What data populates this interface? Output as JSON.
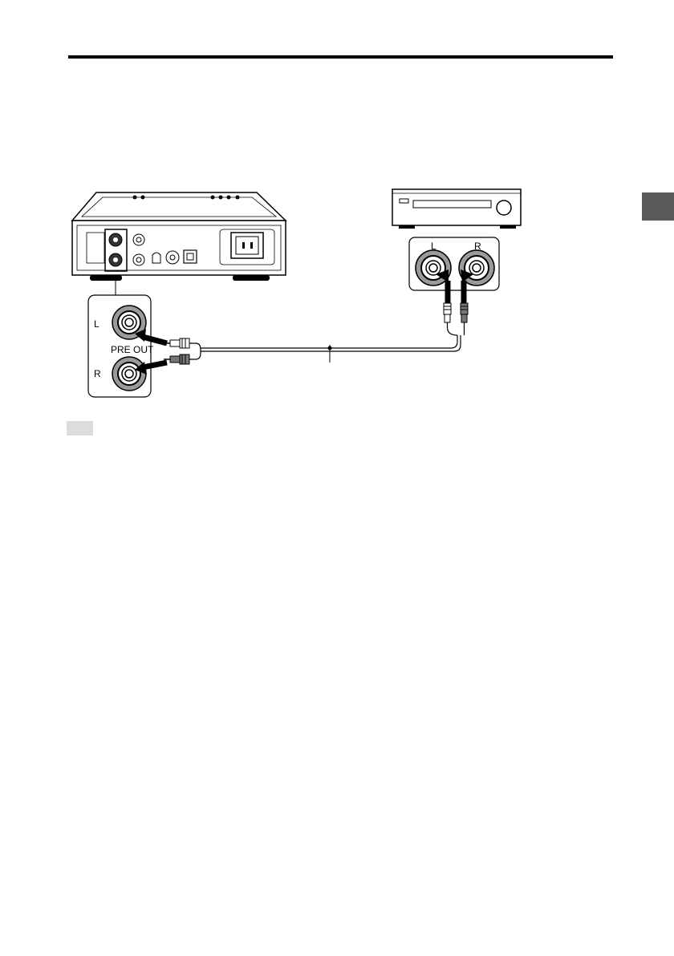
{
  "diagram": {
    "unit_jacks": {
      "left_label": "L",
      "right_label": "R",
      "group_label": "PRE OUT"
    },
    "amp_jacks": {
      "left_label": "L",
      "right_label": "R"
    }
  },
  "colors": {
    "ink": "#000000",
    "side_tab": "#5a5a5a",
    "note_box": "#dcdcdc",
    "jack_gray": "#9a9a9a"
  }
}
